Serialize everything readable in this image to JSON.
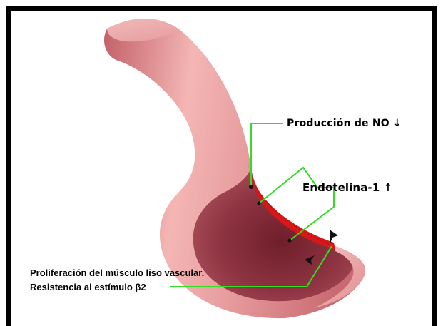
{
  "labels": {
    "no_production": "Producción de NO ↓",
    "endothelin": "Endotelina-1 ↑",
    "proliferation_line1": "Proliferación del músculo liso vascular.",
    "proliferation_line2": "Resistencia al estímulo β2"
  },
  "colors": {
    "frame": "#000000",
    "callout_line": "#33dd22",
    "vessel_outer": "#e48c8c",
    "vessel_lumen": "#a64650",
    "vessel_wall_red": "#d81818"
  }
}
